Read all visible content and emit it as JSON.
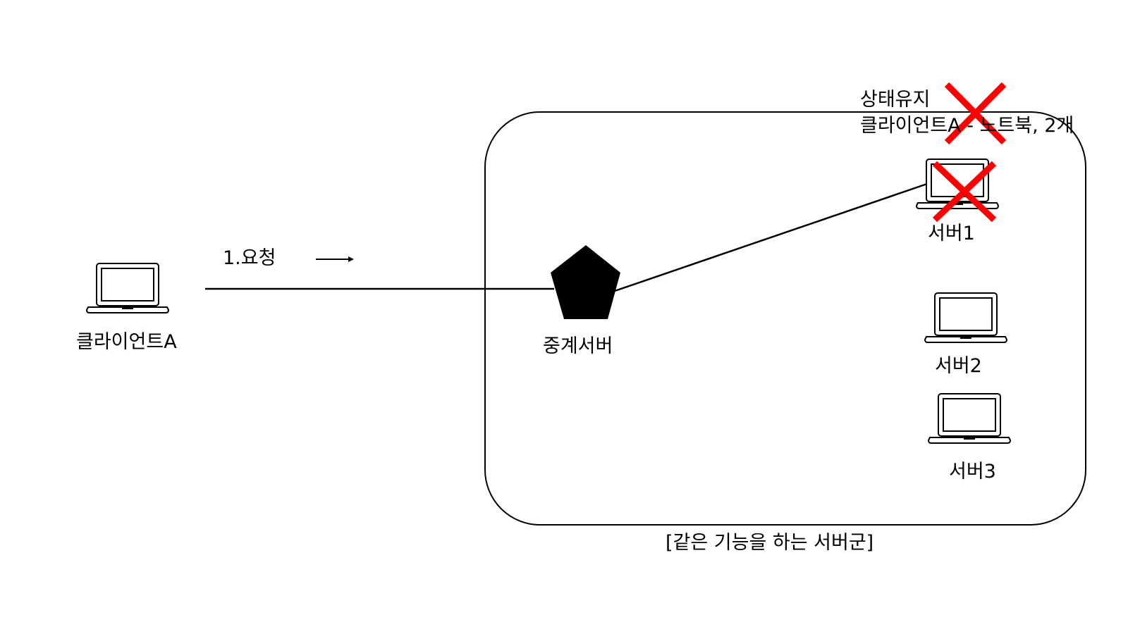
{
  "nodes": {
    "client": {
      "label": "클라이언트A",
      "icon": "laptop-icon"
    },
    "relay": {
      "label": "중계서버",
      "icon": "pentagon-icon"
    },
    "server1": {
      "label": "서버1",
      "icon": "laptop-icon",
      "crossed_out": true
    },
    "server2": {
      "label": "서버2",
      "icon": "laptop-icon"
    },
    "server3": {
      "label": "서버3",
      "icon": "laptop-icon"
    }
  },
  "edges": {
    "request_label": "1.요청",
    "request_direction_icon": "arrow-right-icon"
  },
  "group": {
    "caption": "[같은 기능을 하는 서버군]"
  },
  "note": {
    "line1": "상태유지",
    "line2": "클라이언트A - 노트북, 2개",
    "crossed_out": true
  },
  "colors": {
    "stroke": "#000000",
    "cross": "#ff0000",
    "background": "#ffffff"
  }
}
